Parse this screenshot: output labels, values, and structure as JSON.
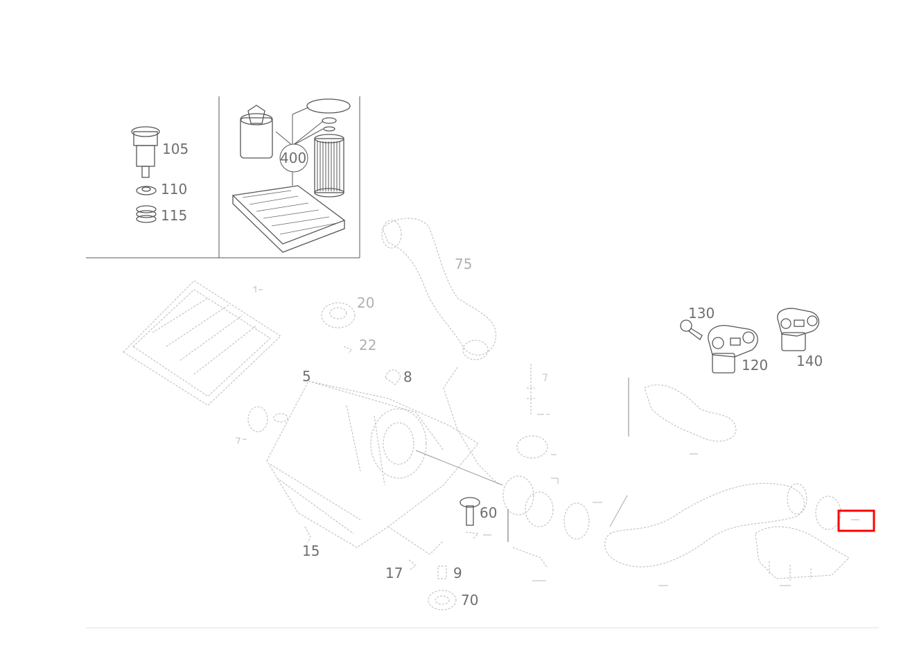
{
  "highlight_color": "#ff0000",
  "callouts": {
    "c105": "105",
    "c110": "110",
    "c115": "115",
    "c400": "400",
    "c75": "75",
    "c20": "20",
    "c22": "22",
    "c5": "5",
    "c8": "8",
    "c130": "130",
    "c120": "120",
    "c140": "140",
    "c60": "60",
    "c15": "15",
    "c17": "17",
    "c9": "9",
    "c70": "70"
  }
}
